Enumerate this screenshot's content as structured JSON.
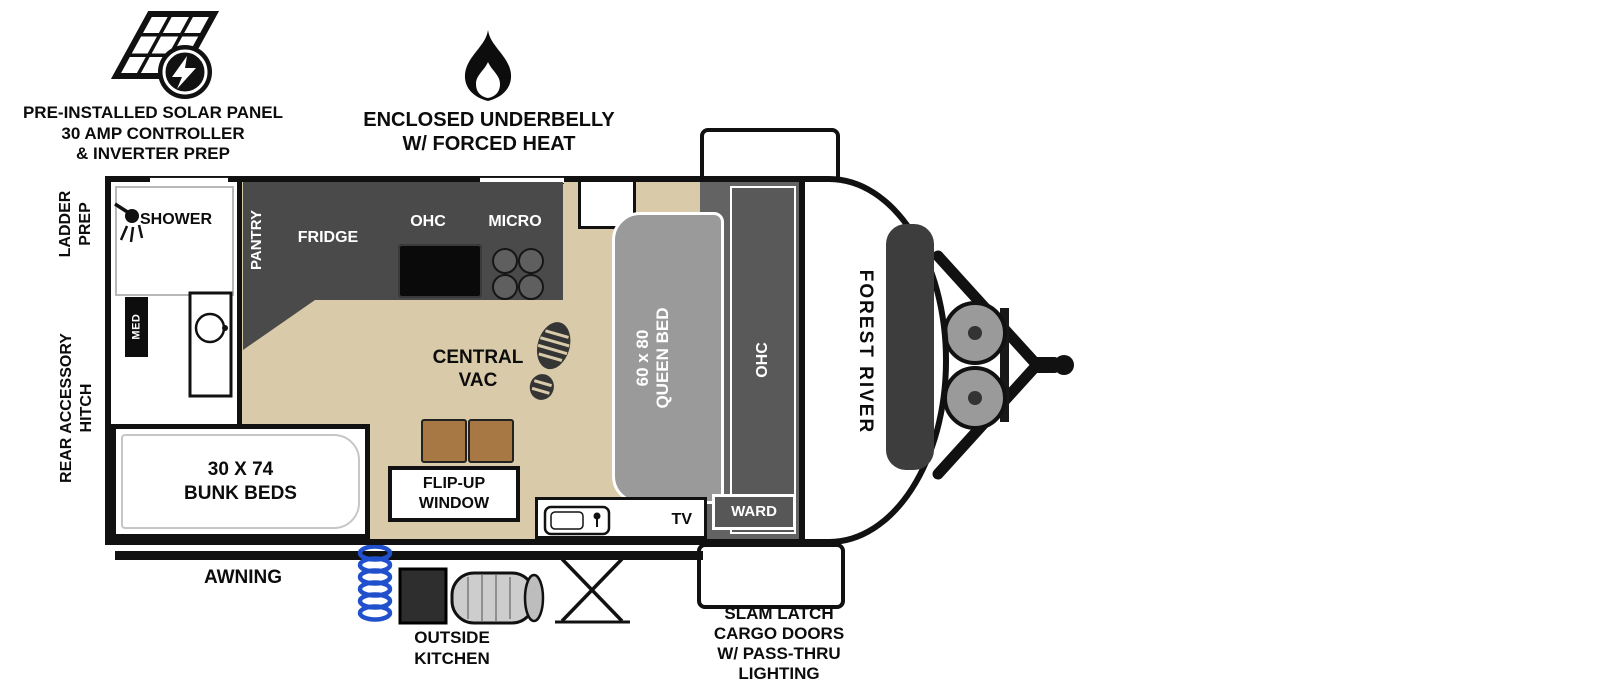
{
  "colors": {
    "floor_wood": "#d9cba9",
    "counter_gray": "#4a4a4a",
    "bedroom_gray": "#636363",
    "mattress_gray": "#9a9a9a",
    "cap_band_gray": "#3d3d3d",
    "chair_brown": "#a87844",
    "hose_blue": "#2050cc"
  },
  "icons": {
    "solar_panel": "solar-panel-icon",
    "lightning_bolt": "lightning-bolt-icon",
    "flame": "flame-icon",
    "shower_head": "shower-head-icon",
    "footprint": "footprint-icon",
    "propane_tanks": "propane-tanks-icon",
    "hose_coil": "hose-coil-icon"
  },
  "callouts": {
    "solar": {
      "line1": "PRE-INSTALLED SOLAR PANEL",
      "line2": "30 AMP CONTROLLER",
      "line3": "& INVERTER PREP"
    },
    "underbelly": {
      "line1": "ENCLOSED UNDERBELLY",
      "line2": "W/ FORCED HEAT"
    },
    "ladder_prep": {
      "line1": "LADDER",
      "line2": "PREP"
    },
    "rear_hitch": {
      "line1": "REAR ACCESSORY",
      "line2": "HITCH"
    },
    "awning": "AWNING",
    "outside_kitchen": {
      "line1": "OUTSIDE",
      "line2": "KITCHEN"
    },
    "cargo_doors": {
      "line1": "SLAM LATCH",
      "line2": "CARGO DOORS",
      "line3": "W/ PASS-THRU",
      "line4": "LIGHTING"
    }
  },
  "rooms": {
    "shower": "SHOWER",
    "med_cabinet": "MED",
    "bunks": {
      "line1": "30 X 74",
      "line2": "BUNK BEDS"
    },
    "pantry": "PANTRY",
    "fridge": "FRIDGE",
    "kitchen_ohc": "OHC",
    "micro": "MICRO",
    "central_vac": {
      "line1": "CENTRAL",
      "line2": "VAC"
    },
    "flip_window": {
      "line1": "FLIP-UP",
      "line2": "WINDOW"
    },
    "queen_bed": {
      "line1": "60 x 80",
      "line2": "QUEEN BED"
    },
    "bed_ohc": "OHC",
    "ward": "WARD",
    "tv": "TV"
  },
  "brand": "FOREST RIVER"
}
